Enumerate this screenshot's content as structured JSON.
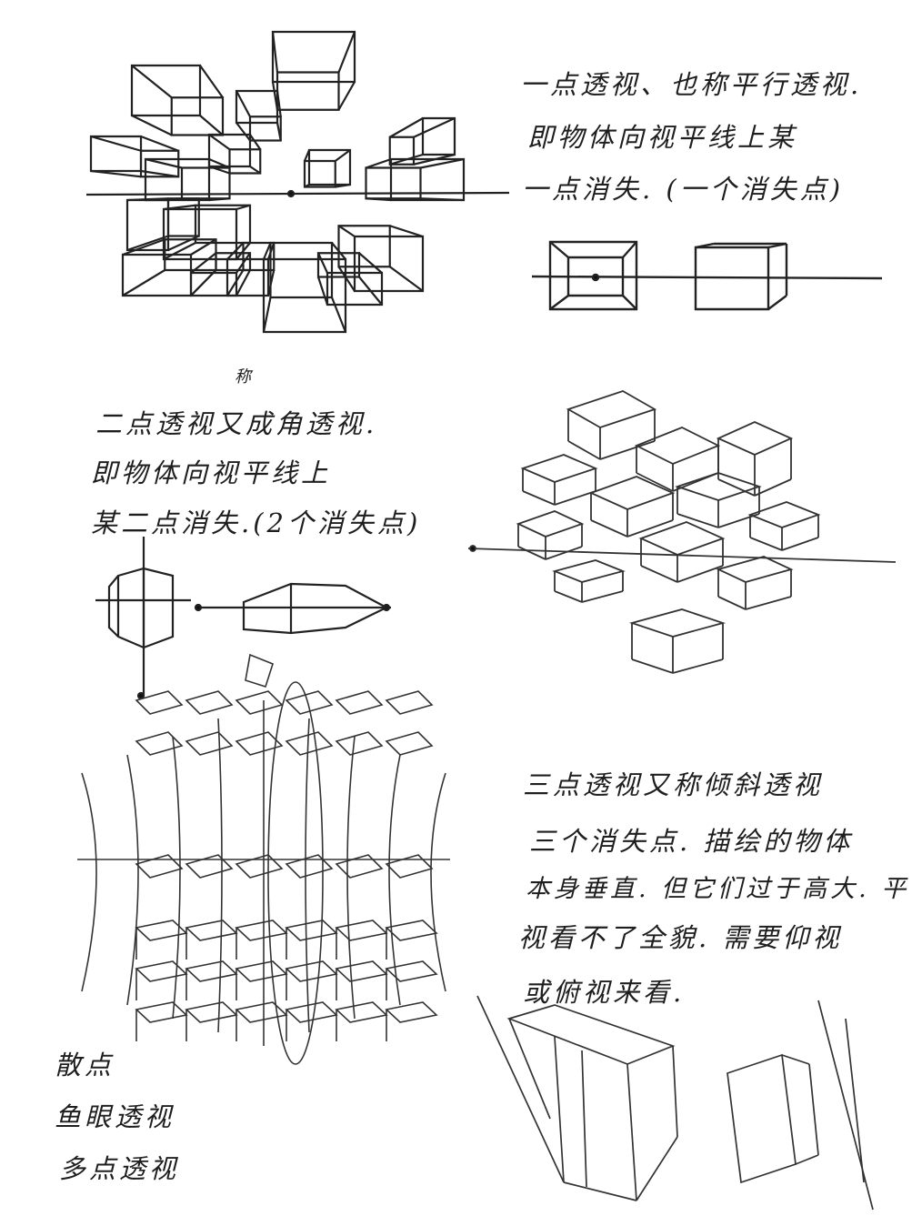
{
  "one_point": {
    "lines": [
      "一点透视、也称平行透视.",
      "即物体向视平线上某",
      "一点消失. (一个消失点)"
    ]
  },
  "two_point": {
    "insert": "称",
    "lines": [
      "二点透视又成角透视.",
      "即物体向视平线上",
      "某二点消失.(2个消失点)"
    ]
  },
  "three_point": {
    "lines": [
      "三点透视又称倾斜透视",
      "三个消失点. 描绘的物体",
      "本身垂直. 但它们过于高大. 平",
      "视看不了全貌. 需要仰视",
      "或俯视来看."
    ]
  },
  "scatter_point": {
    "lines": [
      "散点",
      "鱼眼透视",
      "多点透视"
    ]
  },
  "colors": {
    "ink": "#1e1e1e",
    "paper": "#ffffff"
  }
}
